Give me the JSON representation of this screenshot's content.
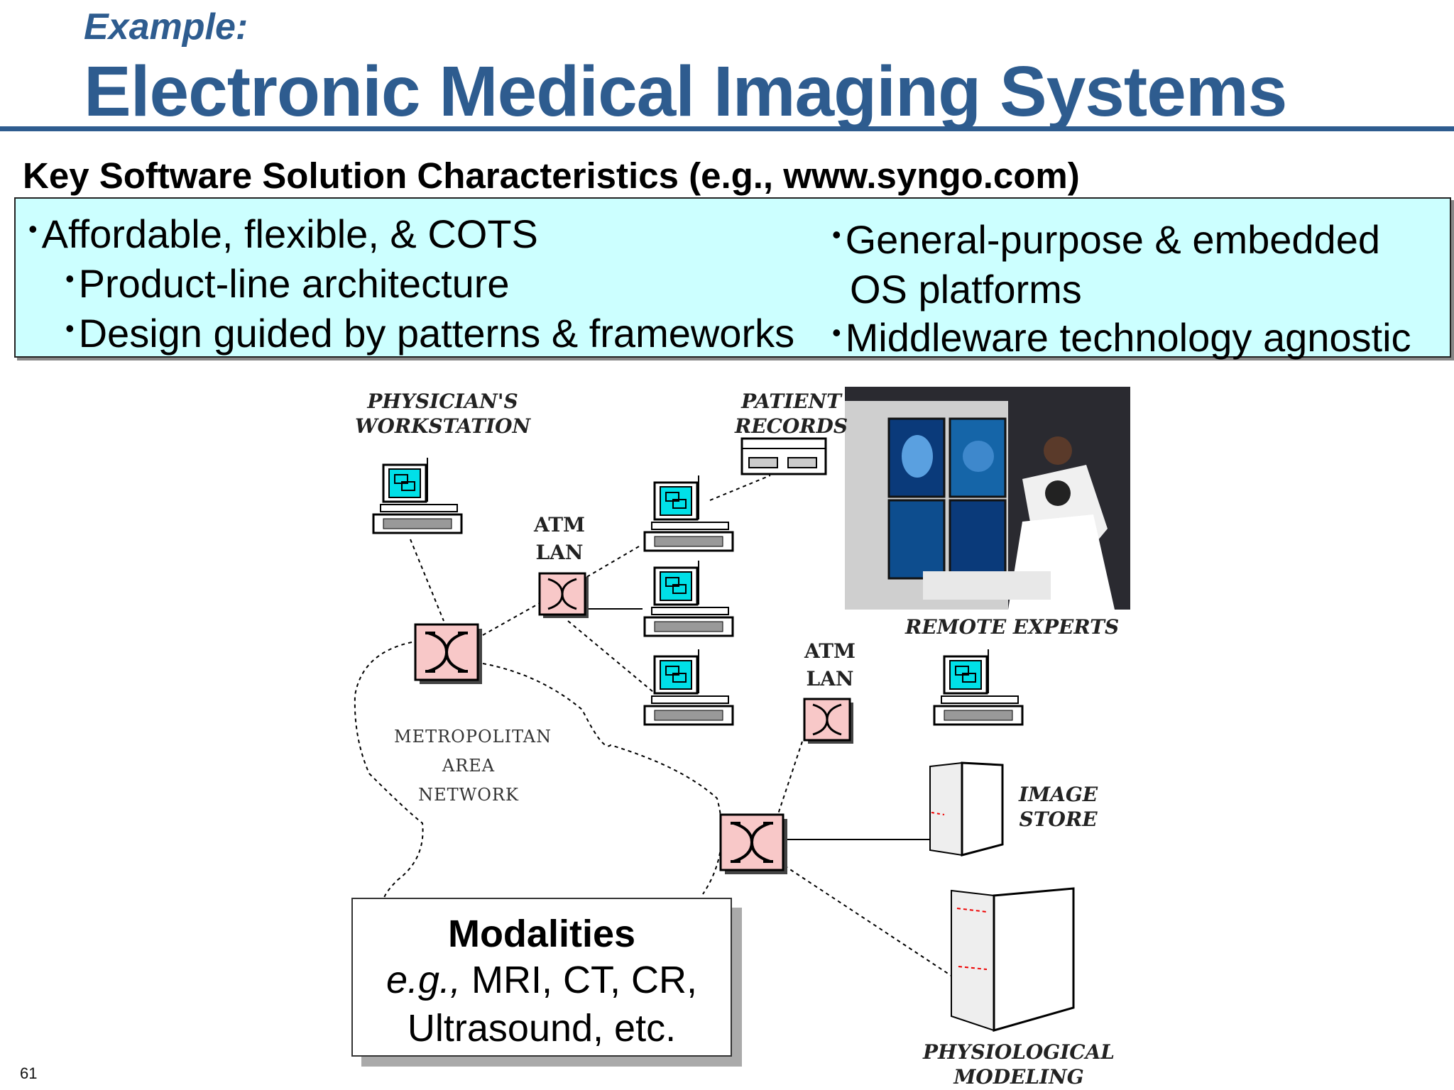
{
  "header": {
    "example_label": "Example:",
    "title": "Electronic Medical Imaging Systems"
  },
  "subtitle": "Key Software Solution Characteristics (e.g., www.syngo.com)",
  "characteristics": {
    "left": [
      "Affordable, flexible, & COTS",
      "Product-line architecture",
      "Design guided by patterns & frameworks"
    ],
    "right_line1": "General-purpose & embedded",
    "right_line2": "OS platforms",
    "right_line3": "Middleware technology agnostic"
  },
  "diagram": {
    "physician_workstation": [
      "PHYSICIAN'S",
      "WORKSTATION"
    ],
    "patient_records": [
      "PATIENT",
      "RECORDS"
    ],
    "atm_lan_1": [
      "ATM",
      "LAN"
    ],
    "atm_lan_2": [
      "ATM",
      "LAN"
    ],
    "remote_experts": "REMOTE EXPERTS",
    "metropolitan": [
      "METROPOLITAN",
      "AREA",
      "NETWORK"
    ],
    "image_store": [
      "IMAGE",
      "STORE"
    ],
    "physiological": [
      "PHYSIOLOGICAL",
      "MODELING"
    ]
  },
  "modalities": {
    "title": "Modalities",
    "line1_italic": "e.g.,",
    "line1_rest": " MRI, CT, CR,",
    "line2": "Ultrasound, etc."
  },
  "page_number": "61",
  "colors": {
    "title_blue": "#2e5c8f",
    "info_box": "#ccffff",
    "switch_pink": "#f8c8c8",
    "monitor_cyan": "#00e0e8"
  }
}
